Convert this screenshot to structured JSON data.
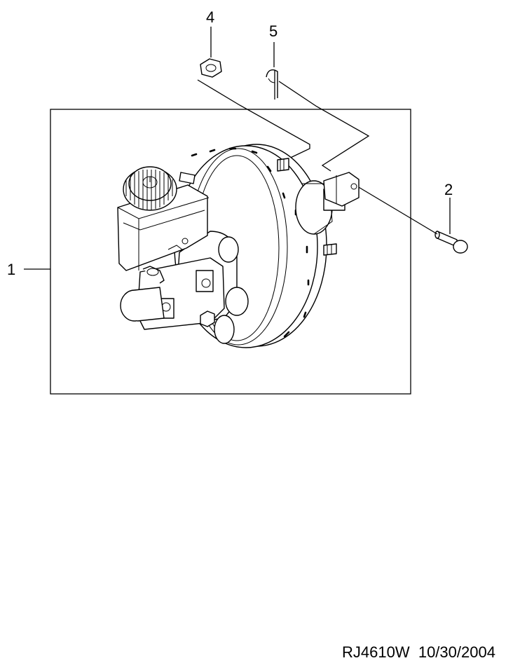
{
  "callouts": {
    "c1": "1",
    "c2": "2",
    "c4": "4",
    "c5": "5"
  },
  "footer": {
    "code": "RJ4610W",
    "date": "10/30/2004"
  }
}
